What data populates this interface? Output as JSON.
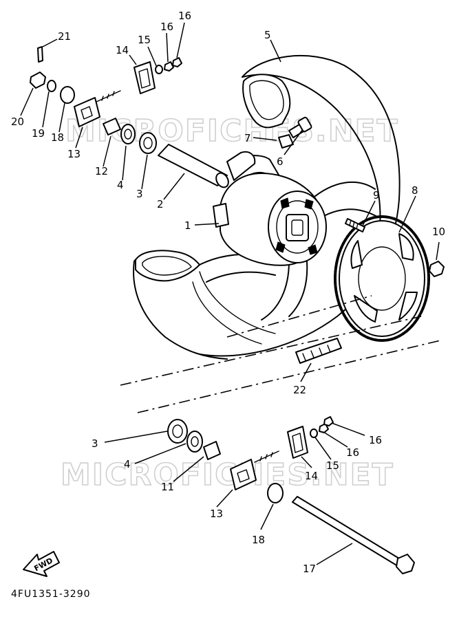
{
  "diagram": {
    "part_code": "4FU1351-3290",
    "fwd_label": "FWD",
    "watermark": "MICROFICHES.NET",
    "callouts": {
      "c1": "1",
      "c2": "2",
      "c3a": "3",
      "c3b": "3",
      "c4a": "4",
      "c4b": "4",
      "c5": "5",
      "c6": "6",
      "c7": "7",
      "c8": "8",
      "c9": "9",
      "c10": "10",
      "c11": "11",
      "c12": "12",
      "c13a": "13",
      "c13b": "13",
      "c14a": "14",
      "c14b": "14",
      "c15a": "15",
      "c15b": "15",
      "c16a": "16",
      "c16b": "16",
      "c16c": "16",
      "c16d": "16",
      "c17": "17",
      "c18a": "18",
      "c18b": "18",
      "c19": "19",
      "c20": "20",
      "c21": "21",
      "c22": "22"
    }
  }
}
